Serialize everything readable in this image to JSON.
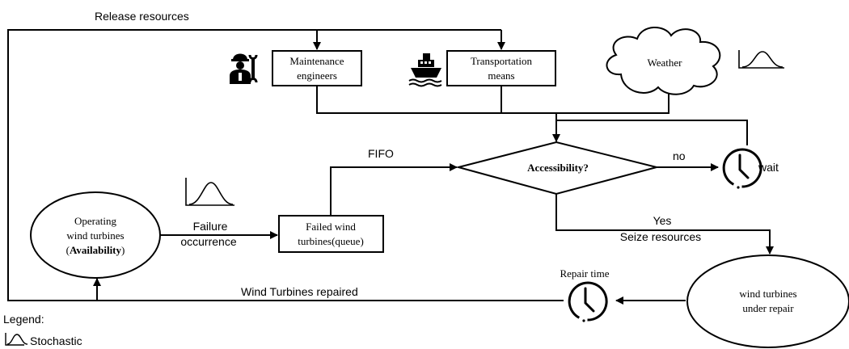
{
  "labels": {
    "release_resources": "Release resources",
    "maintenance_line1": "Maintenance",
    "maintenance_line2": "engineers",
    "transport_line1": "Transportation",
    "transport_line2": "means",
    "weather": "Weather",
    "fifo": "FIFO",
    "accessibility": "Accessibility?",
    "no": "no",
    "wait": "wait",
    "operating_line1": "Operating",
    "operating_line2": "wind turbines",
    "operating_paren_open": "(",
    "operating_availability": "Availability",
    "operating_paren_close": ")",
    "failure": "Failure",
    "occurrence": "occurrence",
    "failed_line1": "Failed wind",
    "failed_line2": "turbines(queue)",
    "yes": "Yes",
    "seize_resources": "Seize resources",
    "repair_time": "Repair time",
    "repaired": "Wind Turbines repaired",
    "under_repair_line1": "wind turbines",
    "under_repair_line2": "under repair",
    "legend_title": "Legend:",
    "legend_stochastic": "Stochastic"
  },
  "icons": [
    "engineer-icon",
    "ship-icon",
    "clock-icon",
    "distribution-icon"
  ],
  "colors": {
    "stroke": "#000000",
    "background": "#ffffff"
  }
}
